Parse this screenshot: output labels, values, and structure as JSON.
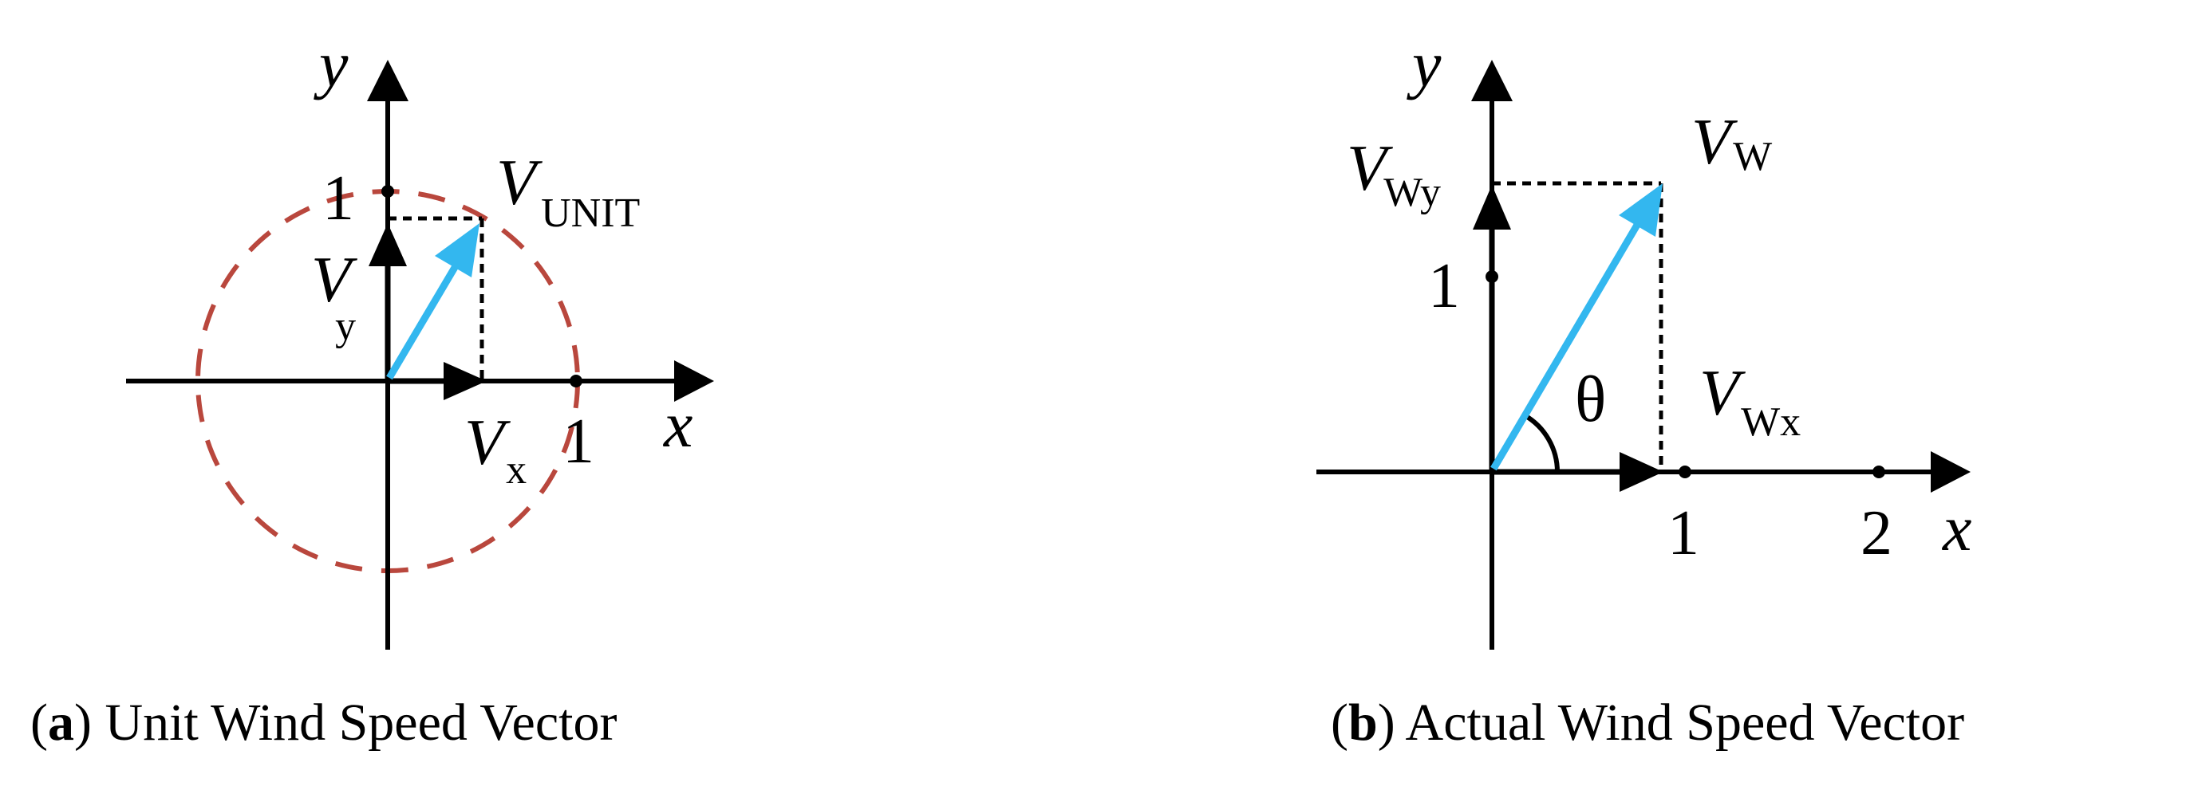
{
  "colors": {
    "axis": "#000000",
    "vector": "#33b7ef",
    "circle": "#b9473d",
    "projection": "#000000"
  },
  "panel_a": {
    "caption_label": "a",
    "caption_text": "Unit Wind Speed Vector",
    "x_axis_label": "x",
    "y_axis_label": "y",
    "x_tick": "1",
    "y_tick": "1",
    "vector_main": "V",
    "vector_main_sub": "UNIT",
    "vector_x": "V",
    "vector_x_sub": "x",
    "vector_y": "V",
    "vector_y_sub": "y"
  },
  "panel_b": {
    "caption_label": "b",
    "caption_text": "Actual Wind Speed Vector",
    "x_axis_label": "x",
    "y_axis_label": "y",
    "x_ticks": [
      "1",
      "2"
    ],
    "y_tick": "1",
    "vector_main": "V",
    "vector_main_sub": "W",
    "vector_x": "V",
    "vector_x_sub": "Wx",
    "vector_y": "V",
    "vector_y_sub": "Wy",
    "angle_label": "θ"
  }
}
